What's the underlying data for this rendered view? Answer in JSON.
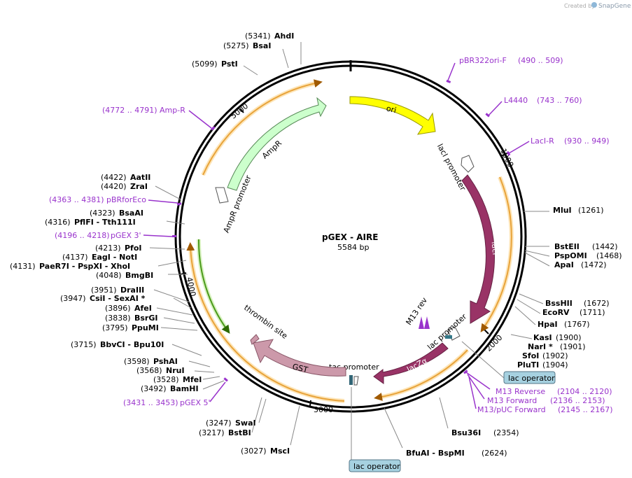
{
  "brand": {
    "created_by": "Created by",
    "app": "SnapGene"
  },
  "plasmid": {
    "name": "pGEX - AIRE",
    "size": "5584 bp"
  },
  "ticks": [
    "1000",
    "2000",
    "3000",
    "4000",
    "5000"
  ],
  "features": {
    "ori": "ori",
    "laci_promoter": "lacI promoter",
    "laci": "lacI",
    "lac_promoter": "lac promoter",
    "lacza": "lacZα",
    "m13rev": "M13 rev",
    "tac_promoter": "tac promoter",
    "gst": "GST",
    "thrombin": "thrombin site",
    "ampr": "AmpR",
    "ampr_promoter": "AmpR promoter"
  },
  "operators": {
    "right": "lac operator",
    "bottom": "lac operator"
  },
  "enzymes": [
    {
      "pos": "(5341)",
      "name": "AhdI"
    },
    {
      "pos": "(5275)",
      "name": "BsaI"
    },
    {
      "pos": "(5099)",
      "name": "PstI"
    },
    {
      "name": "MluI",
      "pos": "(1261)"
    },
    {
      "name": "BstEII",
      "pos": "(1442)"
    },
    {
      "name": "PspOMI",
      "pos": "(1468)"
    },
    {
      "name": "ApaI",
      "pos": "(1472)"
    },
    {
      "name": "BssHII",
      "pos": "(1672)"
    },
    {
      "name": "EcoRV",
      "pos": "(1711)"
    },
    {
      "name": "HpaI",
      "pos": "(1767)"
    },
    {
      "name": "KasI",
      "pos": "(1900)"
    },
    {
      "name": "NarI *",
      "pos": "(1901)"
    },
    {
      "name": "SfoI",
      "pos": "(1902)"
    },
    {
      "name": "PluTI",
      "pos": "(1904)"
    },
    {
      "name": "Bsu36I",
      "pos": "(2354)"
    },
    {
      "name": "BfuAI  -  BspMI",
      "pos": "(2624)"
    },
    {
      "pos": "(3027)",
      "name": "MscI"
    },
    {
      "pos": "(3217)",
      "name": "BstBI"
    },
    {
      "pos": "(3247)",
      "name": "SwaI"
    },
    {
      "pos": "(3492)",
      "name": "BamHI"
    },
    {
      "pos": "(3528)",
      "name": "MfeI"
    },
    {
      "pos": "(3568)",
      "name": "NruI"
    },
    {
      "pos": "(3598)",
      "name": "PshAI"
    },
    {
      "pos": "(3715)",
      "name": "BbvCI  -  Bpu10I"
    },
    {
      "pos": "(3795)",
      "name": "PpuMI"
    },
    {
      "pos": "(3838)",
      "name": "BsrGI"
    },
    {
      "pos": "(3896)",
      "name": "AfeI"
    },
    {
      "pos": "(3947)",
      "name": "CsiI  -  SexAI *"
    },
    {
      "pos": "(3951)",
      "name": "DraIII"
    },
    {
      "pos": "(4048)",
      "name": "BmgBI"
    },
    {
      "pos": "(4131)",
      "name": "PaeR7I  -  PspXI  -  XhoI"
    },
    {
      "pos": "(4137)",
      "name": "EagI  -  NotI"
    },
    {
      "pos": "(4213)",
      "name": "PfoI"
    },
    {
      "pos": "(4316)",
      "name": "PflFI  -  Tth111I"
    },
    {
      "pos": "(4323)",
      "name": "BsaAI"
    },
    {
      "pos": "(4420)",
      "name": "ZraI"
    },
    {
      "pos": "(4422)",
      "name": "AatII"
    }
  ],
  "primers": [
    {
      "name": "pBR322ori-F",
      "range": "(490 .. 509)"
    },
    {
      "name": "L4440",
      "range": "(743 .. 760)"
    },
    {
      "name": "LacI-R",
      "range": "(930 .. 949)"
    },
    {
      "name": "M13 Reverse",
      "range": "(2104 .. 2120)"
    },
    {
      "name": "M13 Forward",
      "range": "(2136 .. 2153)"
    },
    {
      "name": "M13/pUC Forward",
      "range": "(2145 .. 2167)"
    },
    {
      "range": "(3431 .. 3453)",
      "name": "pGEX 5'"
    },
    {
      "range": "(4196 .. 4218)",
      "name": "pGEX 3'"
    },
    {
      "range": "(4363 .. 4381)",
      "name": "pBRforEco"
    },
    {
      "range": "(4772 .. 4791)",
      "name": "Amp-R"
    }
  ],
  "colors": {
    "backbone": "#000000",
    "ori": "#ffff00",
    "laci": "#993366",
    "ampr": "#ccffcc",
    "gst": "#cc99aa",
    "orf": "#f5a623",
    "primer": "#9933cc",
    "operator": "#a6d1e0"
  }
}
